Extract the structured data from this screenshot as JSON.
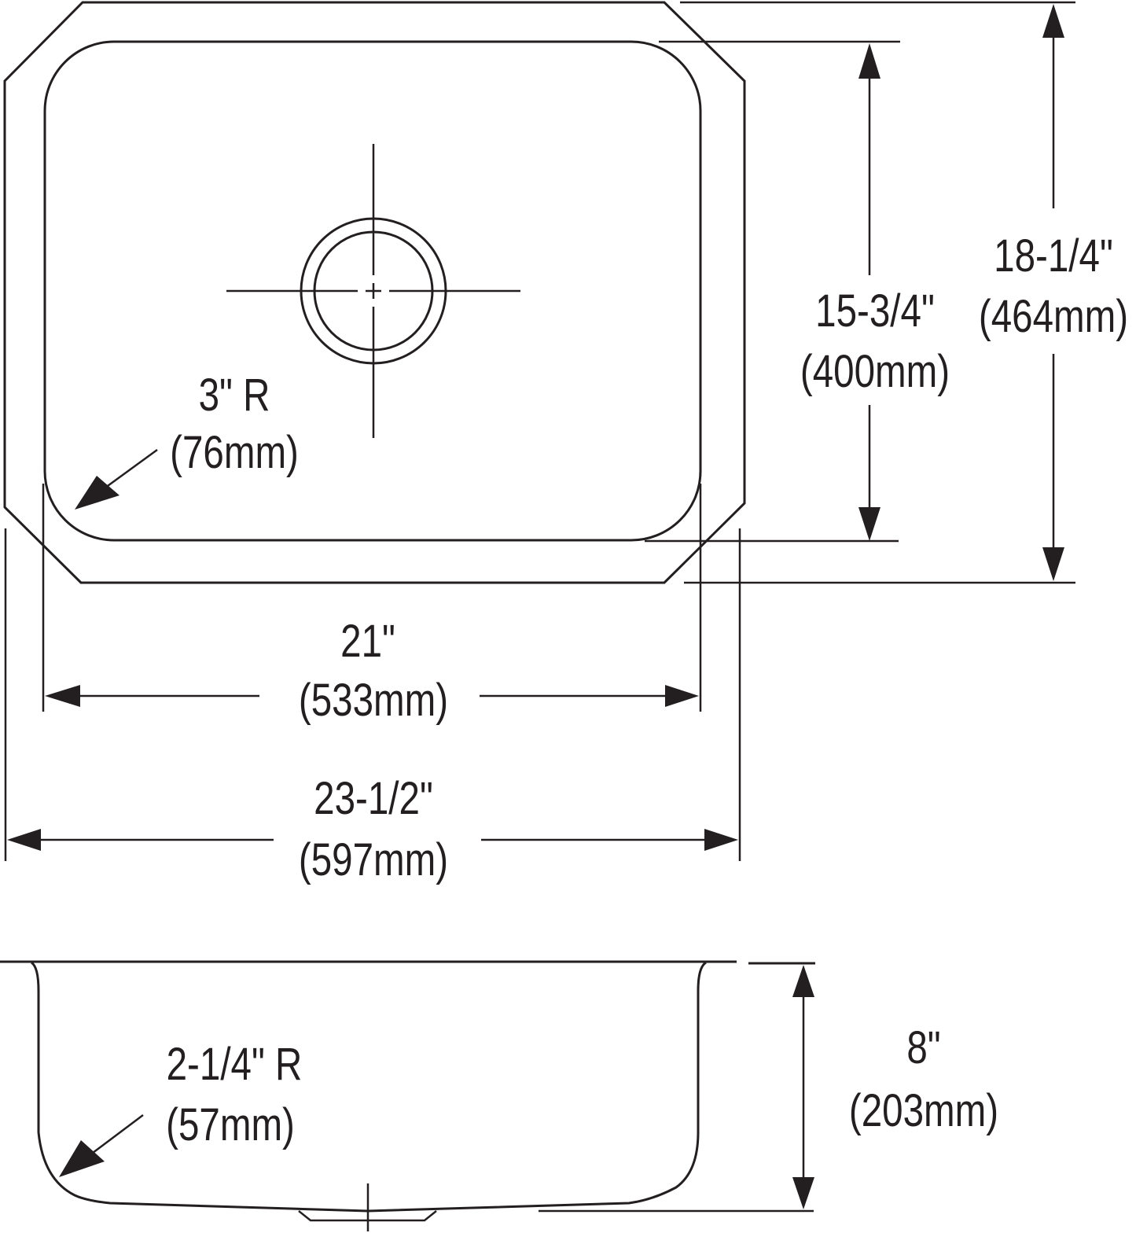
{
  "colors": {
    "line": "#231f20",
    "background": "#ffffff"
  },
  "top_view": {
    "overall_depth": {
      "imperial": "18-1/4\"",
      "metric": "(464mm)"
    },
    "bowl_depth": {
      "imperial": "15-3/4\"",
      "metric": "(400mm)"
    },
    "corner_radius": {
      "imperial": "3\" R",
      "metric": "(76mm)"
    },
    "bowl_width": {
      "imperial": "21\"",
      "metric": "(533mm)"
    },
    "overall_width": {
      "imperial": "23-1/2\"",
      "metric": "(597mm)"
    }
  },
  "side_view": {
    "bottom_radius": {
      "imperial": "2-1/4\" R",
      "metric": "(57mm)"
    },
    "bowl_height": {
      "imperial": "8\"",
      "metric": "(203mm)"
    }
  }
}
